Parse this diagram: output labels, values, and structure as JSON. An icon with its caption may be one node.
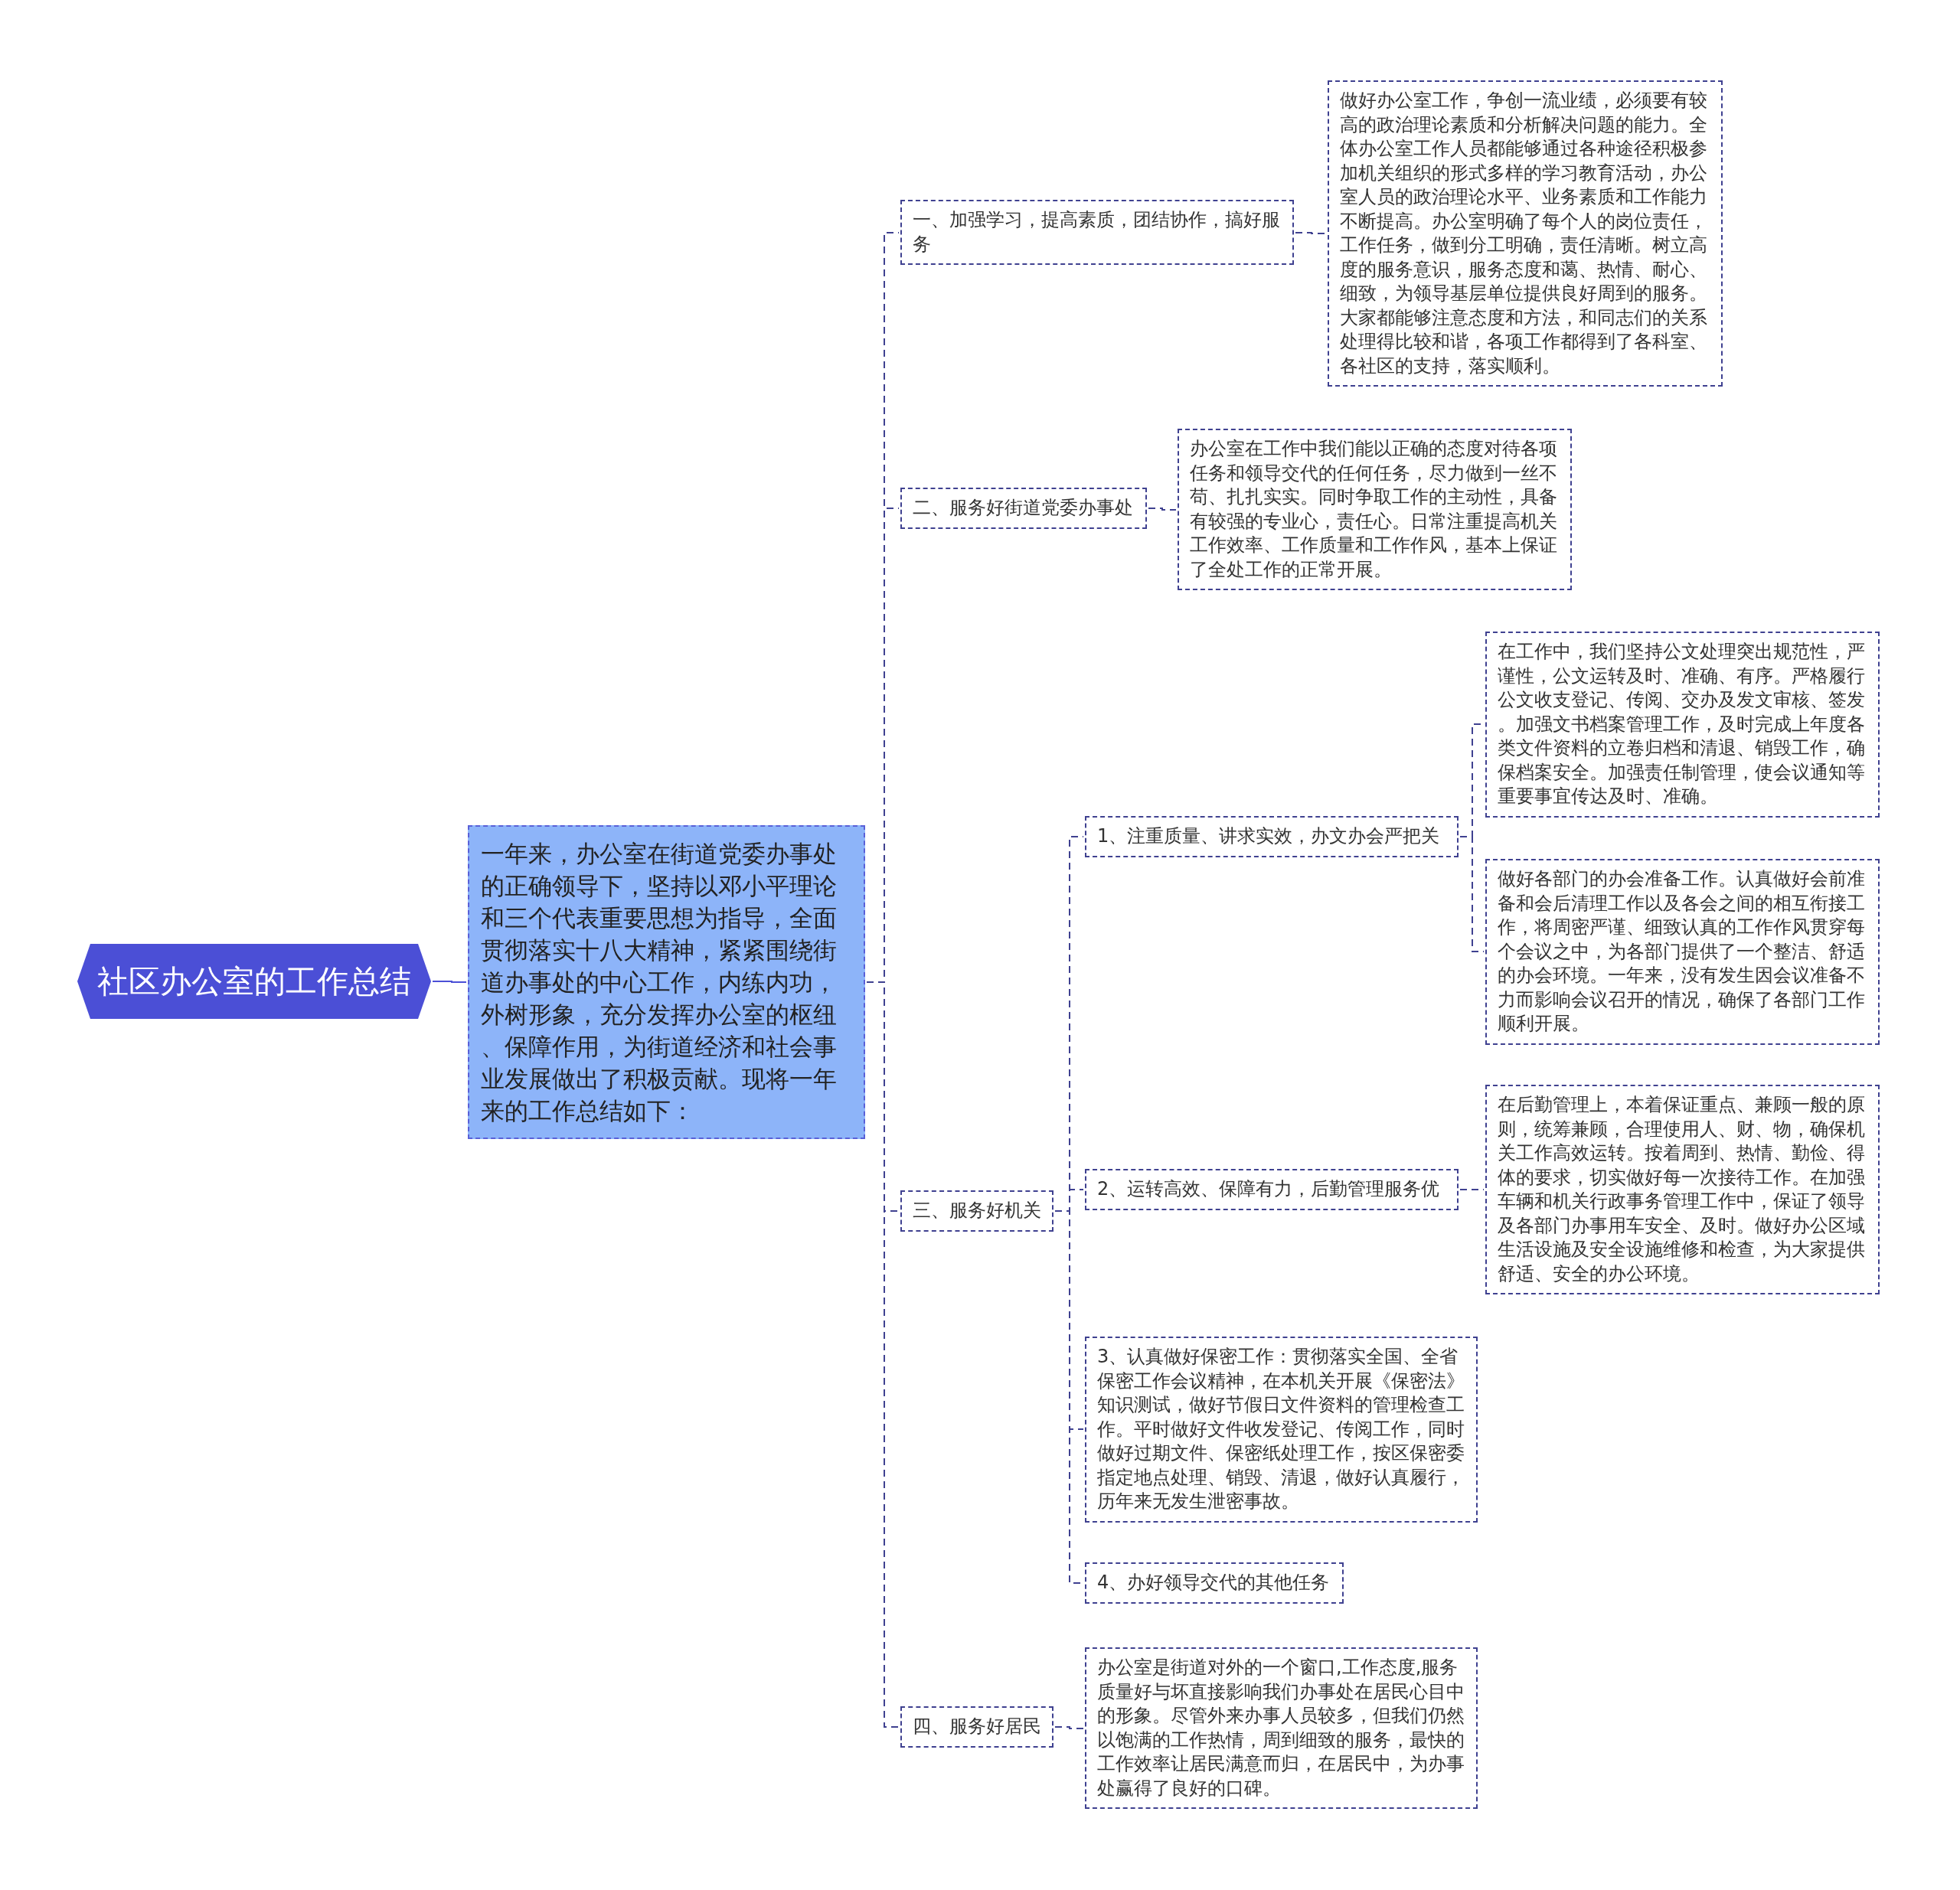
{
  "diagram": {
    "nodes": [
      {
        "text": [
          "社区办公室的工作总结"
        ]
      },
      {
        "text": [
          "一年来，办公室在街道党委办事处的正确领导下，坚持以邓小平理论和三个代表重要思想为指导，全面贯彻落实十八大精神，紧紧围绕街道办事处的中心工作，内练内功，外树形象，充分发挥办公室的枢纽、保障作用，为街道经济和社会事业发展做出了积极贡献。现将一年来的工作总结如下："
        ]
      },
      {
        "text": [
          "一、加强学习，提高素质，团结协作，搞好服务"
        ]
      },
      {
        "text": [
          "做好办公室工作，争创一流业绩，必须要有较高的政治理论素质和分析解决问题的能力。全体办公室工作人员都能够通过各种途径积极参加机关组织的形式多样的学习教育活动，办公室人员的政治理论水平、业务素质和工作能力不断提高。办公室明确了每个人的岗位责任，工作任务，做到分工明确，责任清晰。树立高度的服务意识，服务态度和蔼、热情、耐心、细致，为领导基层单位提供良好周到的服务。大家都能够注意态度和方法，和同志们的关系处理得比较和谐，各项工作都得到了各科室、各社区的支持，落实顺利。"
        ]
      },
      {
        "text": [
          "二、服务好街道党委办事处"
        ]
      },
      {
        "text": [
          "办公室在工作中我们能以正确的态度对待各项任务和领导交代的任何任务，尽力做到一丝不苟、扎扎实实。同时争取工作的主动性，具备有较强的专业心，责任心。日常注重提高机关工作效率、工作质量和工作作风，基本上保证了全处工作的正常开展。"
        ]
      },
      {
        "text": [
          "三、服务好机关"
        ]
      },
      {
        "text": [
          "1、注重质量、讲求实效，办文办会严把关"
        ]
      },
      {
        "text": [
          "在工作中，我们坚持公文处理突出规范性，严谨性，公文运转及时、准确、有序。严格履行公文收支登记、传阅、交办及发文审核、签发。加强文书档案管理工作，及时完成上年度各类文件资料的立卷归档和清退、销毁工作，确保档案安全。加强责任制管理，使会议通知等重要事宜传达及时、准确。"
        ]
      },
      {
        "text": [
          "做好各部门的办会准备工作。认真做好会前准备和会后清理工作以及各会之间的相互衔接工作，将周密严谨、细致认真的工作作风贯穿每个会议之中，为各部门提供了一个整洁、舒适的办会环境。一年来，没有发生因会议准备不力而影响会议召开的情况，确保了各部门工作顺利开展。"
        ]
      },
      {
        "text": [
          "2、运转高效、保障有力，后勤管理服务优"
        ]
      },
      {
        "text": [
          "在后勤管理上，本着保证重点、兼顾一般的原则，统筹兼顾，合理使用人、财、物，确保机关工作高效运转。按着周到、热情、勤俭、得体的要求，切实做好每一次接待工作。在加强车辆和机关行政事务管理工作中，保证了领导及各部门办事用车安全、及时。做好办公区域生活设施及安全设施维修和检查，为大家提供舒适、安全的办公环境。"
        ]
      },
      {
        "text": [
          "3、认真做好保密工作：贯彻落实全国、全省保密工作会议精神，在本机关开展《保密法》知识测试，做好节假日文件资料的管理检查工作。平时做好文件收发登记、传阅工作，同时做好过期文件、保密纸处理工作，按区保密委指定地点处理、销毁、清退，做好认真履行，历年来无发生泄密事故。"
        ]
      },
      {
        "text": [
          "4、办好领导交代的其他任务"
        ]
      },
      {
        "text": [
          "四、服务好居民"
        ]
      },
      {
        "text": [
          "办公室是街道对外的一个窗口,工作态度,服务质量好与坏直接影响我们办事处在居民心目中的形象。尽管外来办事人员较多，但我们仍然以饱满的工作热情，周到细致的服务，最快的工作效率让居民满意而归，在居民中，为办事处赢得了良好的口碑。"
        ]
      }
    ],
    "edges": [
      {
        "from": 0,
        "to": 1,
        "arrow": "none",
        "color": "#4b4fd6"
      },
      {
        "from": 1,
        "to": 2,
        "arrow": "none",
        "style": "dashed"
      },
      {
        "from": 1,
        "to": 4,
        "arrow": "none",
        "style": "dashed"
      },
      {
        "from": 1,
        "to": 6,
        "arrow": "none",
        "style": "dashed"
      },
      {
        "from": 1,
        "to": 14,
        "arrow": "none",
        "style": "dashed"
      },
      {
        "from": 2,
        "to": 3,
        "arrow": "none",
        "style": "dashed"
      },
      {
        "from": 4,
        "to": 5,
        "arrow": "none",
        "style": "dashed"
      },
      {
        "from": 6,
        "to": 7,
        "arrow": "none",
        "style": "dashed"
      },
      {
        "from": 6,
        "to": 10,
        "arrow": "none",
        "style": "dashed"
      },
      {
        "from": 6,
        "to": 12,
        "arrow": "none",
        "style": "dashed"
      },
      {
        "from": 6,
        "to": 13,
        "arrow": "none",
        "style": "dashed"
      },
      {
        "from": 7,
        "to": 8,
        "arrow": "none",
        "style": "dashed"
      },
      {
        "from": 7,
        "to": 9,
        "arrow": "none",
        "style": "dashed"
      },
      {
        "from": 10,
        "to": 11,
        "arrow": "none",
        "style": "dashed"
      },
      {
        "from": 14,
        "to": 15,
        "arrow": "none",
        "style": "dashed"
      }
    ]
  }
}
